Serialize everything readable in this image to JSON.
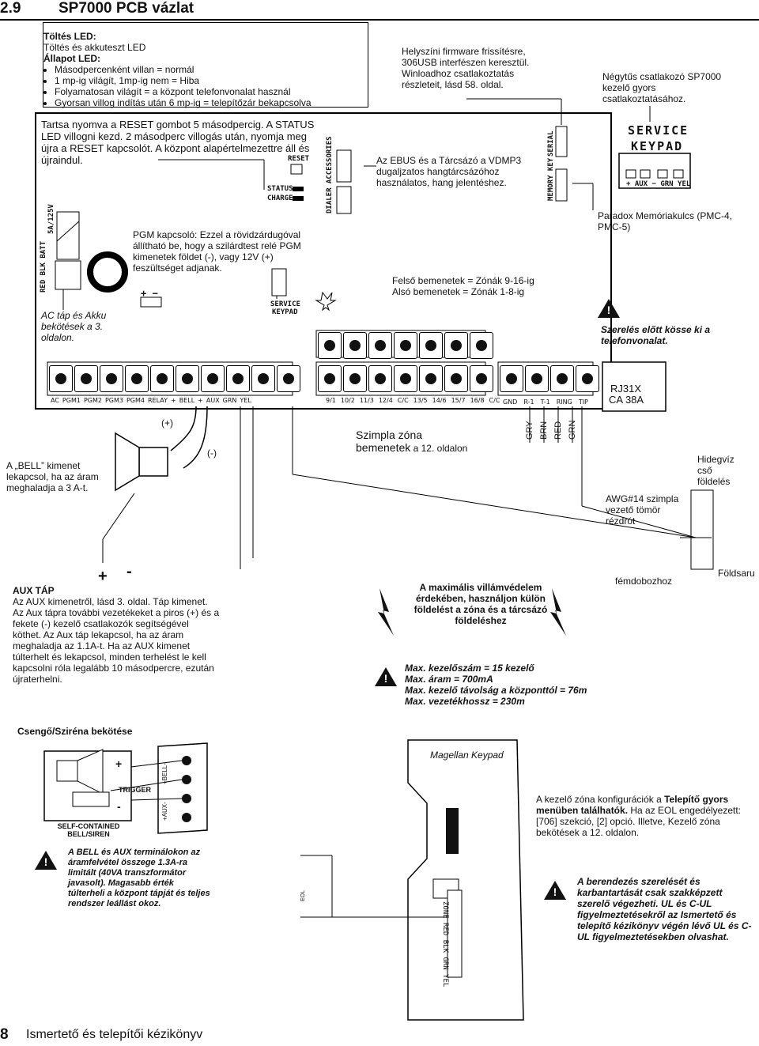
{
  "header": {
    "section_number": "2.9",
    "title": "SP7000 PCB vázlat"
  },
  "led_box": {
    "charge_title": "Töltés LED:",
    "charge_desc": "Töltés és akkuteszt LED",
    "status_title": "Állapot LED:",
    "items": [
      "Másodpercenként villan = normál",
      "1 mp-ig világít, 1mp-ig nem = Hiba",
      "Folyamatosan világít = a központ telefonvonalat használ",
      "Gyorsan villog indítás után 6 mp-ig = telepítőzár bekapcsolva"
    ]
  },
  "notes": {
    "firmware": "Helyszíni firmware frissítésre, 306USB interfészen keresztül. Winloadhoz csatlakoztatás részleteit, lásd  58. oldal.",
    "four_pin": "Négytűs csatlakozó SP7000 kezelő gyors csatlakoztatásához.",
    "reset": "Tartsa nyomva a RESET gombot 5 másodpercig. A STATUS LED villogni kezd. 2 másodperc villogás után, nyomja meg újra a RESET kapcsolót. A központ alapértelmezettre áll és újraindul.",
    "ebus": "Az EBUS és a Tárcsázó a VDMP3 dugaljzatos hangtárcsázóhoz használatos, hang jelentéshez.",
    "paradox": "Paradox Memóriakulcs (PMC-4, PMC-5)",
    "pgm": "PGM kapcsoló: Ezzel a rövidzárdugóval állítható be, hogy a szilárdtest relé PGM kimenetek földet (-), vagy 12V (+) feszültséget adjanak.",
    "zones": "Felső bemenetek = Zónák 9-16-ig\nAlsó bemenetek = Zónák 1-8-ig",
    "ac": "AC táp és Akku bekötések a  3. oldalon.",
    "telephone": "Szerelés előtt kösse ki a telefonvonalat.",
    "single_zone_1": "Szimpla zóna",
    "single_zone_2": "bemenetek",
    "single_zone_3": " a  12. oldalon",
    "bell_note": "A „BELL” kimenet lekapcsol, ha az áram meghaladja a 3 A-t.",
    "cold_water": "Hidegvíz cső földelés",
    "awg": "AWG#14 szimpla vezető tömör rézdrót",
    "metal_box": "fémdobozhoz",
    "ground_rod": "Földsaru",
    "aux_title": "AUX TÁP",
    "aux_body": "Az AUX kimenetről, lásd  3. oldal. Táp kimenet. Az Aux tápra további vezetékeket a piros (+) és a fekete (-) kezelő csatlakozók segítségével köthet. Az Aux táp lekapcsol, ha az áram meghaladja az 1.1A-t. Ha az AUX kimenet túlterhelt és lekapcsol, minden terhelést le kell kapcsolni róla legalább 10 másodpercre, ezután újraterhelni.",
    "lightning": "A maximális villámvédelem érdekében, használjon külön földelést a zóna és a tárcsázó földeléshez",
    "max_specs": [
      "Max. kezelőszám = 15 kezelő",
      "Max. áram = 700mA",
      "Max. kezelő távolság a központtól = 76m",
      "Max. vezetékhossz = 230m"
    ],
    "siren_title": "Csengő/Sziréna bekötése",
    "bell_aux_warn": "A BELL és AUX terminálokon az áramfelvétel összege 1.3A-ra limitált (40VA transzformátor javasolt). Magasabb érték túlterheli a központ tápját és teljes rendszer leállást okoz.",
    "keypad_zone_a": "A kezelő zóna konfigurációk a ",
    "keypad_zone_b": "Telepítő gyors menüben találhatók.",
    "keypad_zone_c": " Ha az EOL engedélyezett: [706] szekció, [2] opció. Illetve, Kezelő zóna bekötések a  12. oldalon.",
    "installer": "A berendezés szerelését és karbantartását csak szakképzett szerelő végezheti. UL és C-UL figyelmeztetésekről az Ismertető és telepítő kézikönyv végén lévő UL és C-UL figyelmeztetésekben olvashat."
  },
  "pcb_labels": {
    "service_keypad_big_1": "SERVICE",
    "service_keypad_big_2": "KEYPAD",
    "aux_grn_yel": "+ AUX −  GRN YEL",
    "reset": "RESET",
    "status": "STATUS",
    "charge": "CHARGE",
    "dialer": "DIALER ACCESSORIES",
    "serial": "SERIAL",
    "memory_key": "MEMORY KEY",
    "service_keypad_small_1": "SERVICE",
    "service_keypad_small_2": "KEYPAD",
    "fuse": "5A/125V",
    "batt": "RED BLK BATT",
    "pm": "+ −",
    "rj31x_1": "RJ31X",
    "rj31x_2": "CA 38A",
    "bottom_left": [
      "AC",
      "PGM1",
      "PGM2",
      "PGM3",
      "PGM4",
      "RELAY",
      "+",
      "BELL",
      "+",
      "AUX",
      "GRN",
      "YEL"
    ],
    "zones": [
      "9/1",
      "10/2",
      "11/3",
      "12/4",
      "C/C",
      "13/5",
      "14/6",
      "15/7",
      "16/8",
      "C/C"
    ],
    "tel": [
      "GND",
      "R-1",
      "T-1",
      "RING",
      "TIP"
    ],
    "wire_colors": [
      "GRY",
      "BRN",
      "RED",
      "GRN"
    ],
    "plus": "(+)",
    "minus": "(-)",
    "aux_plus": "+",
    "aux_minus": "-"
  },
  "siren_labels": {
    "trigger": "TRIGGER",
    "self_contained": "SELF-CONTAINED BELL/SIREN",
    "plus": "+",
    "minus": "-",
    "bell_tag": "+BELL-",
    "aux_tag": "+AUX-"
  },
  "magellan": {
    "title": "Magellan Keypad",
    "strip": "ZONE RED BLK GRN YEL",
    "eol": "EOL"
  },
  "footer": {
    "page": "8",
    "title": "Ismertető és telepítői kézikönyv"
  }
}
